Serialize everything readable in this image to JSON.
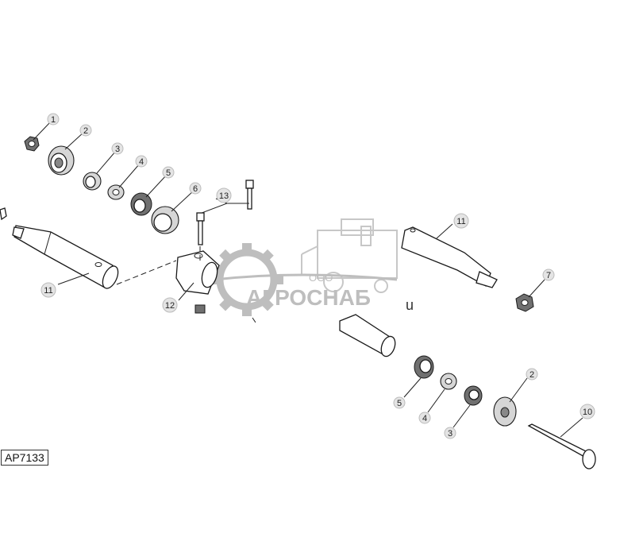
{
  "drawing_id": "AP7133",
  "watermark": {
    "company_prefix": "ООО",
    "company_name": "АГРОСНАБ",
    "stray_char": "u"
  },
  "callouts": [
    {
      "id": "c1a",
      "number": "1"
    },
    {
      "id": "c2a",
      "number": "2"
    },
    {
      "id": "c3a",
      "number": "3"
    },
    {
      "id": "c4a",
      "number": "4"
    },
    {
      "id": "c5a",
      "number": "5"
    },
    {
      "id": "c6a",
      "number": "6"
    },
    {
      "id": "c13",
      "number": "13"
    },
    {
      "id": "c11a",
      "number": "11"
    },
    {
      "id": "c12",
      "number": "12"
    },
    {
      "id": "c11b",
      "number": "11"
    },
    {
      "id": "c7",
      "number": "7"
    },
    {
      "id": "c2b",
      "number": "2"
    },
    {
      "id": "c5b",
      "number": "5"
    },
    {
      "id": "c4b",
      "number": "4"
    },
    {
      "id": "c3b",
      "number": "3"
    },
    {
      "id": "c10",
      "number": "10"
    }
  ]
}
